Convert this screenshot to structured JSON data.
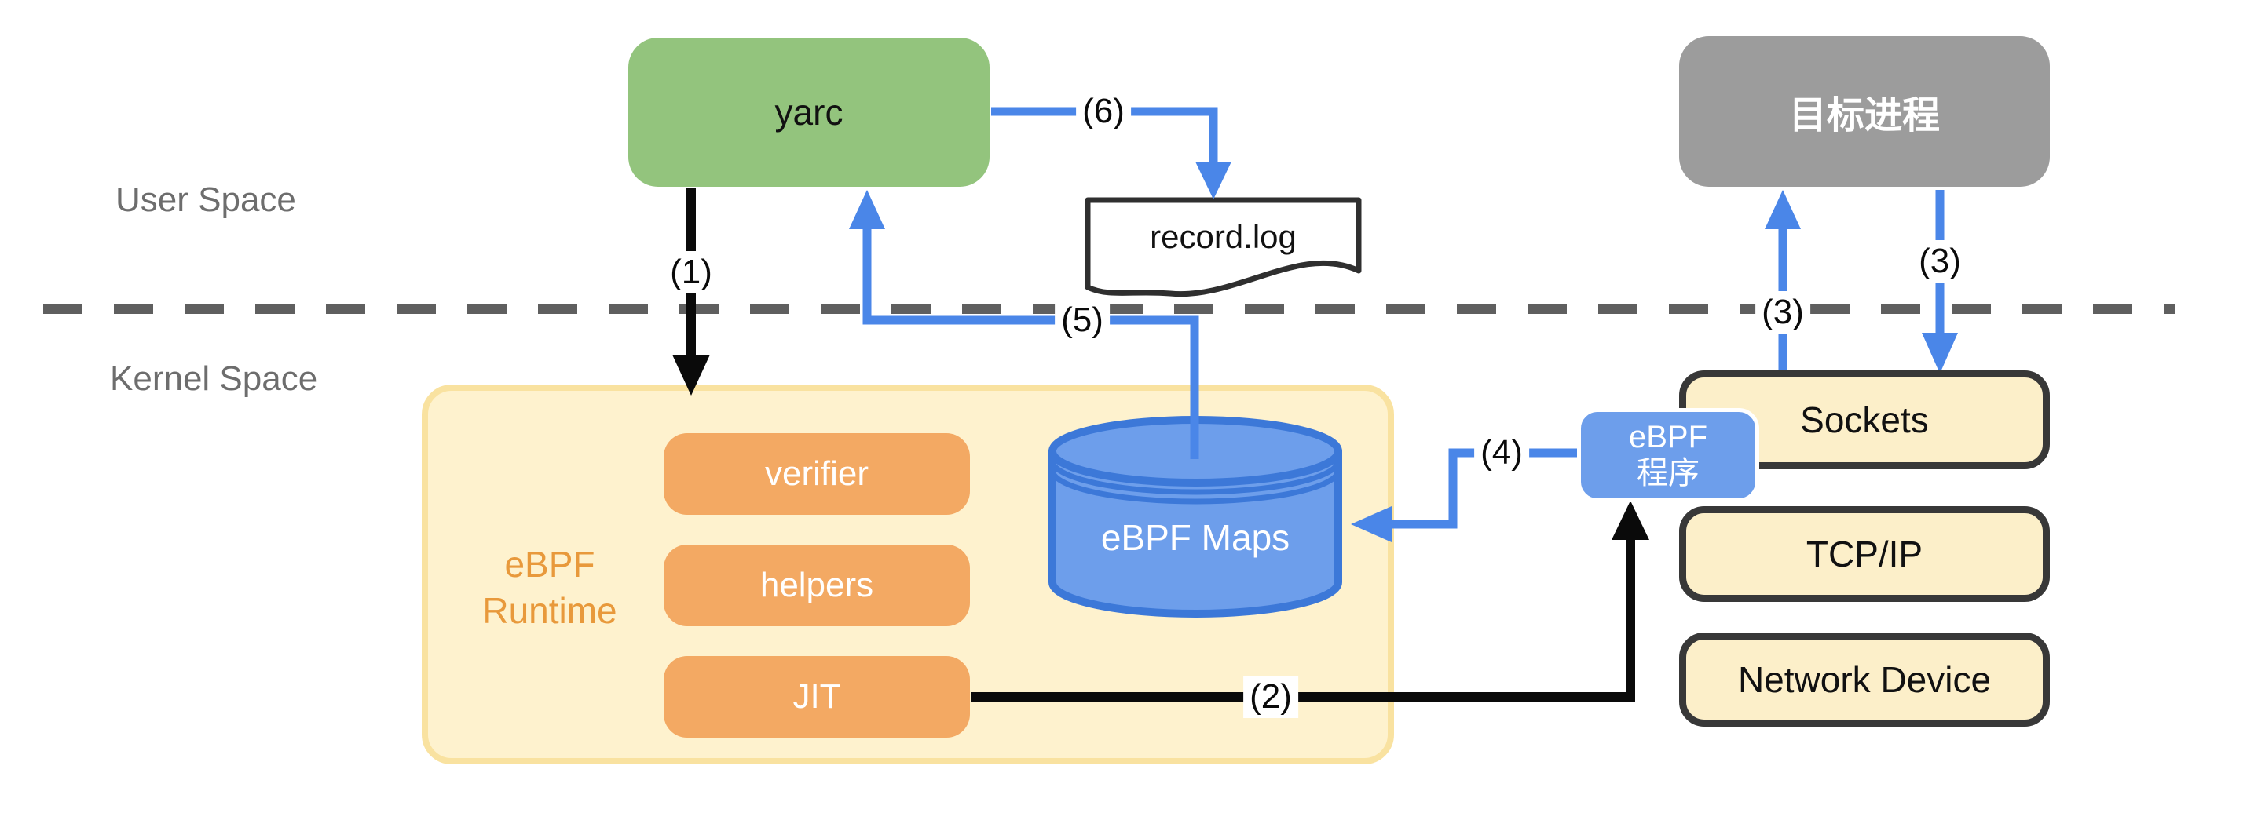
{
  "diagram": {
    "title": "yarc eBPF architecture diagram",
    "regions": {
      "user_space": "User Space",
      "kernel_space": "Kernel Space"
    },
    "nodes": {
      "yarc": {
        "label": "yarc"
      },
      "target_process": {
        "label": "目标进程"
      },
      "record_log": {
        "label": "record.log"
      },
      "ebpf_runtime": {
        "label_line1": "eBPF",
        "label_line2": "Runtime"
      },
      "verifier": {
        "label": "verifier"
      },
      "helpers": {
        "label": "helpers"
      },
      "jit": {
        "label": "JIT"
      },
      "ebpf_maps": {
        "label": "eBPF Maps"
      },
      "ebpf_program": {
        "label_line1": "eBPF",
        "label_line2": "程序"
      },
      "sockets": {
        "label": "Sockets"
      },
      "tcp_ip": {
        "label": "TCP/IP"
      },
      "network_device": {
        "label": "Network Device"
      }
    },
    "edges": [
      {
        "label": "(1)",
        "from": "yarc",
        "to": "ebpf_runtime",
        "color": "black",
        "direction": "down"
      },
      {
        "label": "(2)",
        "from": "jit",
        "to": "ebpf_program",
        "color": "black",
        "direction": "right-up"
      },
      {
        "label": "(3)",
        "from": "sockets",
        "to": "target_process",
        "color": "blue",
        "direction": "up"
      },
      {
        "label": "(3)",
        "from": "target_process",
        "to": "sockets",
        "color": "blue",
        "direction": "down"
      },
      {
        "label": "(4)",
        "from": "ebpf_program",
        "to": "ebpf_maps",
        "color": "blue",
        "direction": "left-down-left"
      },
      {
        "label": "(5)",
        "from": "ebpf_maps",
        "to": "yarc",
        "color": "blue",
        "direction": "up-left-up"
      },
      {
        "label": "(6)",
        "from": "yarc",
        "to": "record_log",
        "color": "blue",
        "direction": "right-down"
      }
    ],
    "colors": {
      "yarc_fill": "#93C47D",
      "target_process_fill": "#9C9C9C",
      "runtime_fill": "#FEF2CE",
      "runtime_border": "#F9E2A0",
      "runtime_text": "#E8993B",
      "inner_orange_fill": "#F3A963",
      "maps_fill": "#6D9EEB",
      "maps_border": "#3C78D8",
      "ebpf_program_fill": "#6D9EEB",
      "stack_fill": "#FCEFC9",
      "stack_border": "#383838",
      "blue_arrow": "#4A86E8",
      "black_arrow": "#0a0a0a",
      "dashed_line": "#5f5f5f",
      "region_text": "#6d6d6d"
    }
  }
}
